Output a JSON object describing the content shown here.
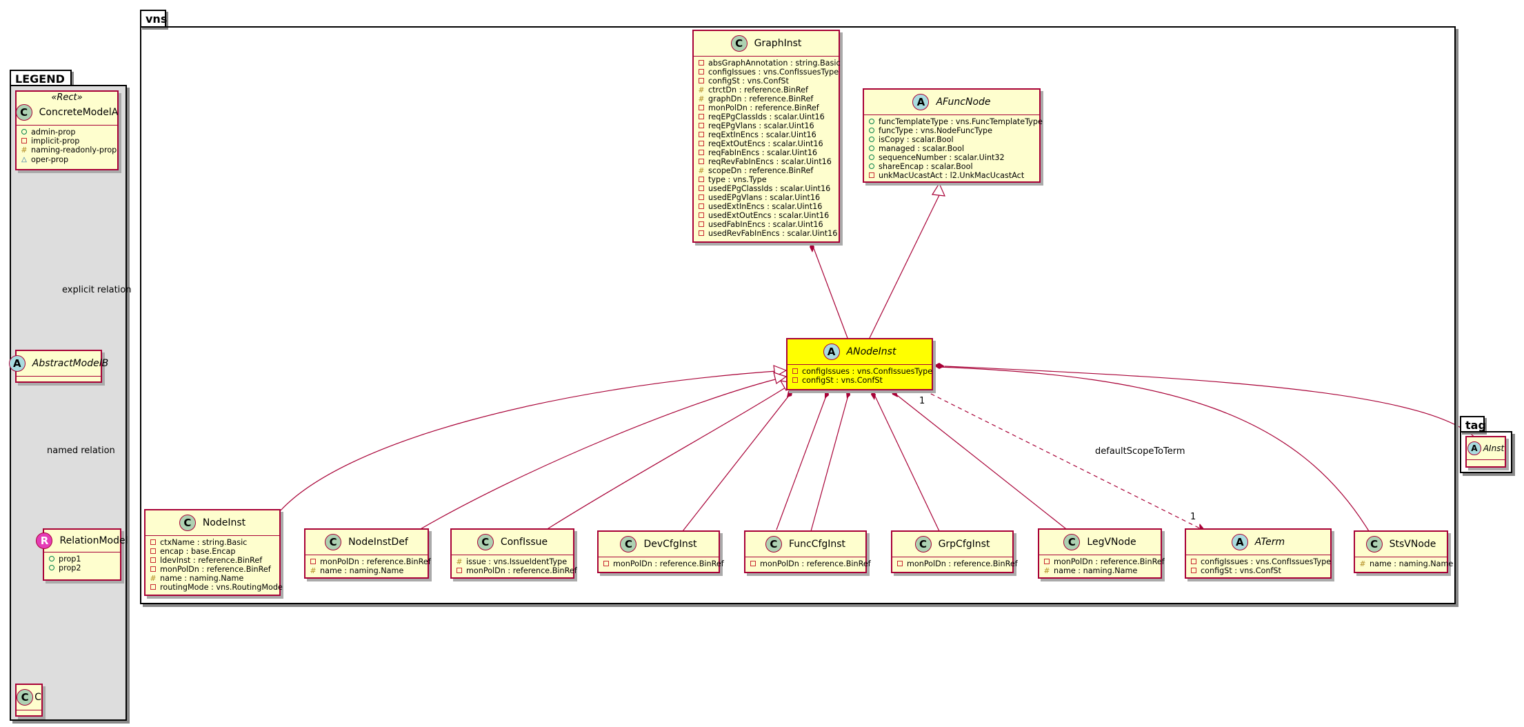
{
  "packages": {
    "legend": "LEGEND",
    "vns": "vns",
    "tag": "tag"
  },
  "legend": {
    "concrete": {
      "stereotype": "«Rect»",
      "name": "ConcreteModelA",
      "attrs": [
        {
          "vis": "pub",
          "text": "admin-prop"
        },
        {
          "vis": "priv",
          "text": "implicit-prop"
        },
        {
          "vis": "prot",
          "text": "naming-readonly-prop"
        },
        {
          "vis": "pkgv",
          "text": "oper-prop"
        }
      ]
    },
    "abstract": {
      "name": "AbstractModelB"
    },
    "relation": {
      "name": "RelationModel",
      "attrs": [
        {
          "vis": "pub",
          "text": "prop1"
        },
        {
          "vis": "pub",
          "text": "prop2"
        }
      ]
    },
    "c": {
      "name": "C"
    },
    "explicit_relation": "explicit relation",
    "named_relation": "named relation"
  },
  "classes": {
    "graphinst": {
      "name": "GraphInst",
      "attrs": [
        {
          "vis": "priv",
          "text": "absGraphAnnotation : string.Basic"
        },
        {
          "vis": "priv",
          "text": "configIssues : vns.ConfIssuesType"
        },
        {
          "vis": "priv",
          "text": "configSt : vns.ConfSt"
        },
        {
          "vis": "prot",
          "text": "ctrctDn : reference.BinRef"
        },
        {
          "vis": "prot",
          "text": "graphDn : reference.BinRef"
        },
        {
          "vis": "priv",
          "text": "monPolDn : reference.BinRef"
        },
        {
          "vis": "priv",
          "text": "reqEPgClassIds : scalar.Uint16"
        },
        {
          "vis": "priv",
          "text": "reqEPgVlans : scalar.Uint16"
        },
        {
          "vis": "priv",
          "text": "reqExtInEncs : scalar.Uint16"
        },
        {
          "vis": "priv",
          "text": "reqExtOutEncs : scalar.Uint16"
        },
        {
          "vis": "priv",
          "text": "reqFabInEncs : scalar.Uint16"
        },
        {
          "vis": "priv",
          "text": "reqRevFabInEncs : scalar.Uint16"
        },
        {
          "vis": "prot",
          "text": "scopeDn : reference.BinRef"
        },
        {
          "vis": "priv",
          "text": "type : vns.Type"
        },
        {
          "vis": "priv",
          "text": "usedEPgClassIds : scalar.Uint16"
        },
        {
          "vis": "priv",
          "text": "usedEPgVlans : scalar.Uint16"
        },
        {
          "vis": "priv",
          "text": "usedExtInEncs : scalar.Uint16"
        },
        {
          "vis": "priv",
          "text": "usedExtOutEncs : scalar.Uint16"
        },
        {
          "vis": "priv",
          "text": "usedFabInEncs : scalar.Uint16"
        },
        {
          "vis": "priv",
          "text": "usedRevFabInEncs : scalar.Uint16"
        }
      ]
    },
    "afuncnode": {
      "name": "AFuncNode",
      "attrs": [
        {
          "vis": "pub",
          "text": "funcTemplateType : vns.FuncTemplateType"
        },
        {
          "vis": "pub",
          "text": "funcType : vns.NodeFuncType"
        },
        {
          "vis": "pub",
          "text": "isCopy : scalar.Bool"
        },
        {
          "vis": "pub",
          "text": "managed : scalar.Bool"
        },
        {
          "vis": "pub",
          "text": "sequenceNumber : scalar.Uint32"
        },
        {
          "vis": "pub",
          "text": "shareEncap : scalar.Bool"
        },
        {
          "vis": "priv",
          "text": "unkMacUcastAct : l2.UnkMacUcastAct"
        }
      ]
    },
    "anodeinst": {
      "name": "ANodeInst",
      "attrs": [
        {
          "vis": "priv",
          "text": "configIssues : vns.ConfIssuesType"
        },
        {
          "vis": "priv",
          "text": "configSt : vns.ConfSt"
        }
      ]
    },
    "nodeinst": {
      "name": "NodeInst",
      "attrs": [
        {
          "vis": "priv",
          "text": "ctxName : string.Basic"
        },
        {
          "vis": "priv",
          "text": "encap : base.Encap"
        },
        {
          "vis": "priv",
          "text": "ldevInst : reference.BinRef"
        },
        {
          "vis": "priv",
          "text": "monPolDn : reference.BinRef"
        },
        {
          "vis": "prot",
          "text": "name : naming.Name"
        },
        {
          "vis": "priv",
          "text": "routingMode : vns.RoutingMode"
        }
      ]
    },
    "nodeinstdef": {
      "name": "NodeInstDef",
      "attrs": [
        {
          "vis": "priv",
          "text": "monPolDn : reference.BinRef"
        },
        {
          "vis": "prot",
          "text": "name : naming.Name"
        }
      ]
    },
    "confissue": {
      "name": "ConfIssue",
      "attrs": [
        {
          "vis": "prot",
          "text": "issue : vns.IssueIdentType"
        },
        {
          "vis": "priv",
          "text": "monPolDn : reference.BinRef"
        }
      ]
    },
    "devcfginst": {
      "name": "DevCfgInst",
      "attrs": [
        {
          "vis": "priv",
          "text": "monPolDn : reference.BinRef"
        }
      ]
    },
    "funccfginst": {
      "name": "FuncCfgInst",
      "attrs": [
        {
          "vis": "priv",
          "text": "monPolDn : reference.BinRef"
        }
      ]
    },
    "grpcfginst": {
      "name": "GrpCfgInst",
      "attrs": [
        {
          "vis": "priv",
          "text": "monPolDn : reference.BinRef"
        }
      ]
    },
    "legvnode": {
      "name": "LegVNode",
      "attrs": [
        {
          "vis": "priv",
          "text": "monPolDn : reference.BinRef"
        },
        {
          "vis": "prot",
          "text": "name : naming.Name"
        }
      ]
    },
    "aterm": {
      "name": "ATerm",
      "attrs": [
        {
          "vis": "priv",
          "text": "configIssues : vns.ConfIssuesType"
        },
        {
          "vis": "priv",
          "text": "configSt : vns.ConfSt"
        }
      ]
    },
    "stsvnode": {
      "name": "StsVNode",
      "attrs": [
        {
          "vis": "prot",
          "text": "name : naming.Name"
        }
      ]
    },
    "ainst": {
      "name": "AInst"
    }
  },
  "relations": {
    "default_scope_label": "defaultScopeToTerm",
    "mult_source": "1",
    "mult_target": "1"
  },
  "colors": {
    "class_fill": "#FEFECE",
    "class_border": "#A80036",
    "highlight": "#FFFF00",
    "legend_bg": "#DDDDDD"
  }
}
